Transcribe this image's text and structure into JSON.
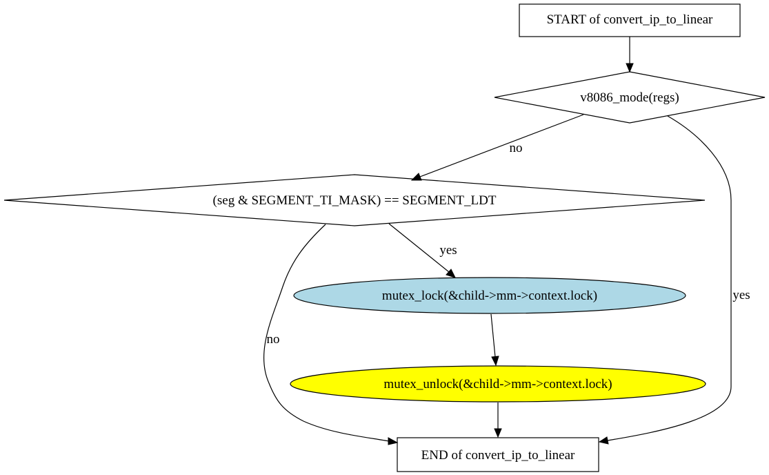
{
  "nodes": {
    "start": {
      "label": "START of convert_ip_to_linear",
      "shape": "box"
    },
    "v8086": {
      "label": "v8086_mode(regs)",
      "shape": "diamond"
    },
    "seg": {
      "label": "(seg & SEGMENT_TI_MASK) == SEGMENT_LDT",
      "shape": "diamond"
    },
    "lock": {
      "label": "mutex_lock(&child->mm->context.lock)",
      "shape": "ellipse",
      "color": "#add8e6"
    },
    "unlock": {
      "label": "mutex_unlock(&child->mm->context.lock)",
      "shape": "ellipse",
      "color": "#ffff00"
    },
    "end": {
      "label": "END of convert_ip_to_linear",
      "shape": "box"
    }
  },
  "edges": [
    {
      "from": "start",
      "to": "v8086",
      "label": ""
    },
    {
      "from": "v8086",
      "to": "seg",
      "label": "no"
    },
    {
      "from": "v8086",
      "to": "end",
      "label": "yes"
    },
    {
      "from": "seg",
      "to": "lock",
      "label": "yes"
    },
    {
      "from": "seg",
      "to": "end",
      "label": "no"
    },
    {
      "from": "lock",
      "to": "unlock",
      "label": ""
    },
    {
      "from": "unlock",
      "to": "end",
      "label": ""
    }
  ]
}
